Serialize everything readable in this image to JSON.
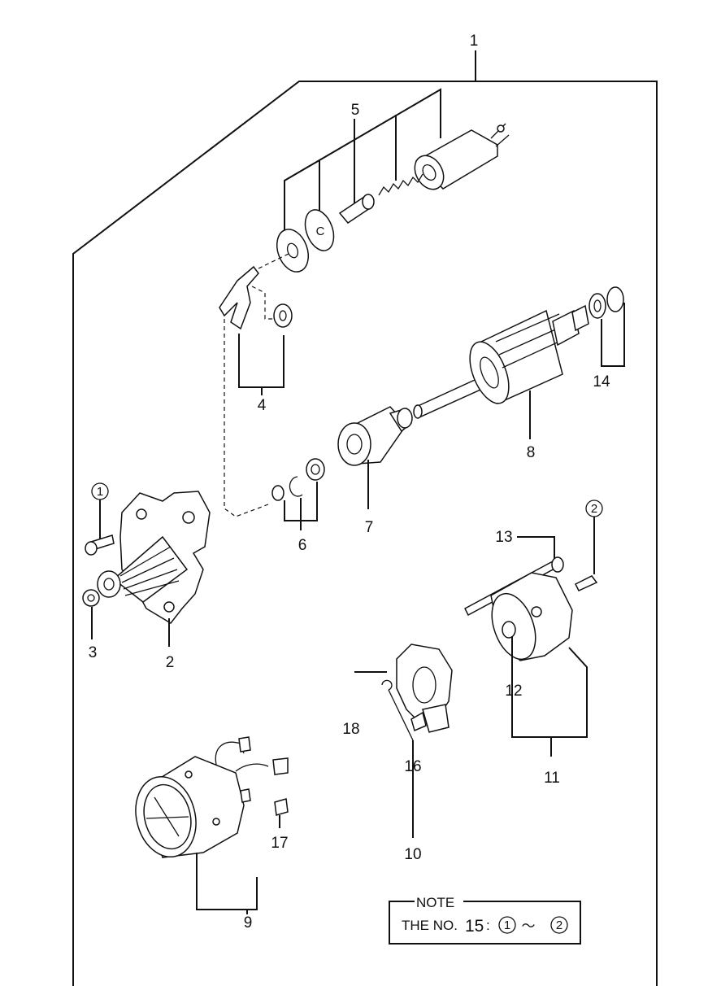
{
  "diagram": {
    "labels": {
      "assembly": "1",
      "front_housing": "2",
      "bushing": "3",
      "lever_set": "4",
      "solenoid_kit": "5",
      "stop_ring_set": "6",
      "drive_pinion": "7",
      "armature": "8",
      "yoke": "9",
      "brush_holder": "10",
      "rear_cover": "11",
      "cover_bushing": "12",
      "through_bolt": "13",
      "washer_set": "14",
      "brush_spring": "16",
      "brush": "17",
      "holder_part": "18"
    },
    "reference_markers": {
      "marker_1": "1",
      "marker_2": "2"
    },
    "note": {
      "title": "NOTE",
      "prefix": "THE NO.",
      "number": "15",
      "separator": ":",
      "from_ref": "1",
      "range_symbol": "～",
      "to_ref": "2"
    }
  }
}
